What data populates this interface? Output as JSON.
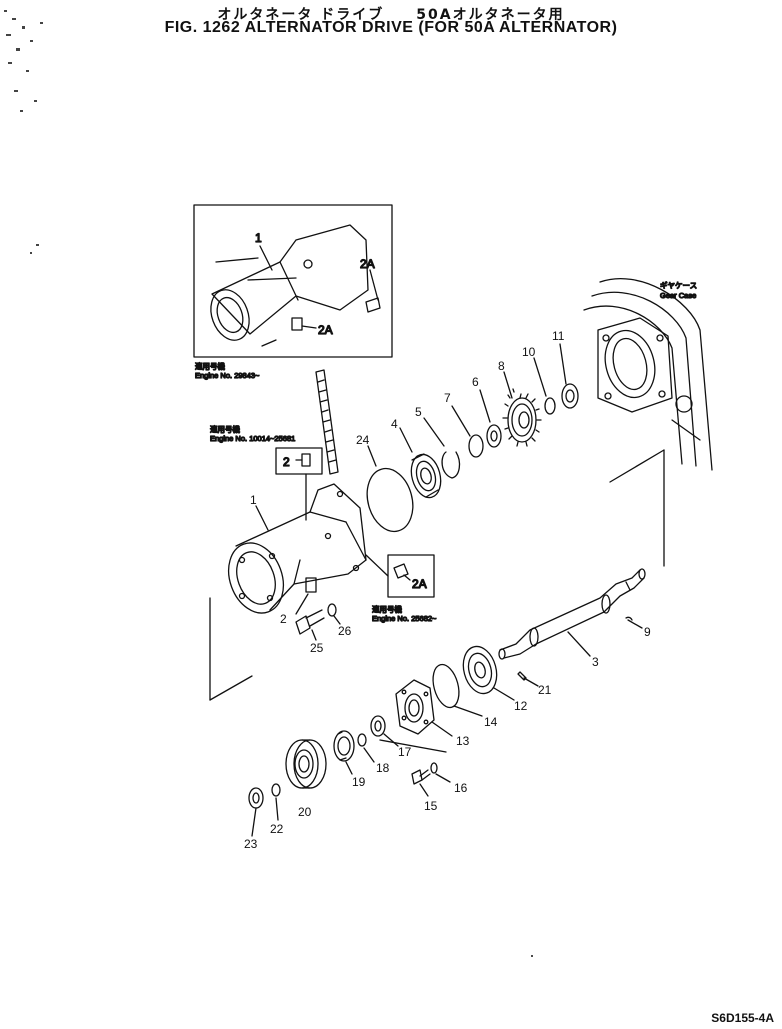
{
  "title_jp": "オルタネータ ドライブ　　50Aオルタネータ用",
  "title_en": "FIG. 1262  ALTERNATOR DRIVE (FOR 50A ALTERNATOR)",
  "drawing_code": "S6D155-4A",
  "gear_case": {
    "jp": "ギヤケース",
    "en": "Gear Case"
  },
  "inset": {
    "label_jp": "適用号機",
    "label_en": "Engine No. 29843~",
    "parts": [
      "1",
      "2A",
      "2A"
    ]
  },
  "callout_left": {
    "label_jp": "適用号機",
    "label_en": "Engine No. 10014~25681",
    "part": "2"
  },
  "callout_right": {
    "label_jp": "適用号機",
    "label_en": "Engine No. 25682~",
    "part": "2A"
  },
  "part_numbers": [
    "1",
    "2",
    "3",
    "4",
    "5",
    "6",
    "7",
    "8",
    "9",
    "10",
    "11",
    "12",
    "13",
    "14",
    "15",
    "16",
    "17",
    "18",
    "19",
    "20",
    "21",
    "22",
    "23",
    "24",
    "25",
    "26"
  ]
}
